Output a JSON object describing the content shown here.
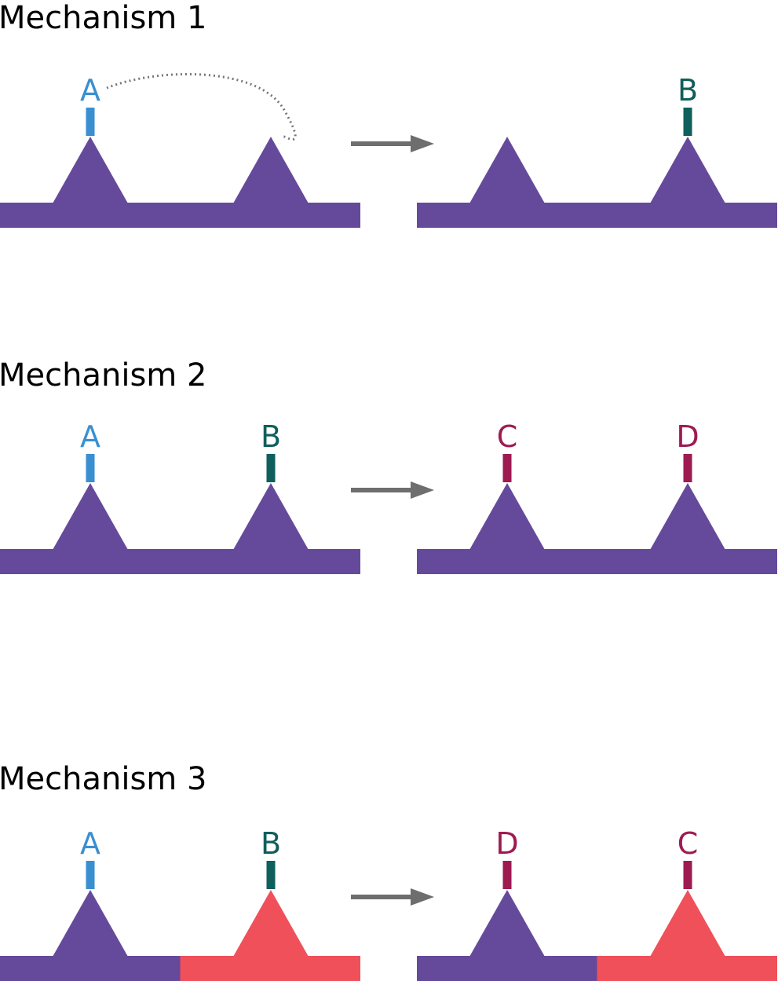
{
  "colors": {
    "purple": "#654a9c",
    "red": "#ef505a",
    "blue": "#3a8fd1",
    "teal": "#0f5f5c",
    "magenta": "#9e1b52",
    "arrow": "#6e6e6e",
    "dotted": "#777777"
  },
  "mechanisms": [
    {
      "title": "Mechanism 1",
      "left": {
        "segments": [
          "purple",
          "purple"
        ],
        "sites": [
          {
            "label": "A",
            "color": "blue"
          },
          {
            "label": "",
            "color": null
          }
        ],
        "dotted_link": true
      },
      "right": {
        "segments": [
          "purple",
          "purple"
        ],
        "sites": [
          {
            "label": "",
            "color": null
          },
          {
            "label": "B",
            "color": "teal"
          }
        ]
      }
    },
    {
      "title": "Mechanism 2",
      "left": {
        "segments": [
          "purple",
          "purple"
        ],
        "sites": [
          {
            "label": "A",
            "color": "blue"
          },
          {
            "label": "B",
            "color": "teal"
          }
        ]
      },
      "right": {
        "segments": [
          "purple",
          "purple"
        ],
        "sites": [
          {
            "label": "C",
            "color": "magenta"
          },
          {
            "label": "D",
            "color": "magenta"
          }
        ]
      }
    },
    {
      "title": "Mechanism 3",
      "left": {
        "segments": [
          "purple",
          "red"
        ],
        "sites": [
          {
            "label": "A",
            "color": "blue"
          },
          {
            "label": "B",
            "color": "teal"
          }
        ]
      },
      "right": {
        "segments": [
          "purple",
          "red"
        ],
        "sites": [
          {
            "label": "D",
            "color": "magenta"
          },
          {
            "label": "C",
            "color": "magenta"
          }
        ]
      }
    }
  ]
}
